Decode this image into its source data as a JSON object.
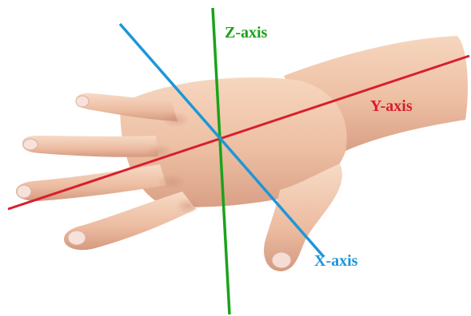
{
  "axes": {
    "z": {
      "label": "Z-axis",
      "color": "#1aa31a"
    },
    "y": {
      "label": "Y-axis",
      "color": "#d81e2c"
    },
    "x": {
      "label": "X-axis",
      "color": "#1e96d8"
    }
  },
  "hand": {
    "skin_light": "#f3cdb3",
    "skin_mid": "#e8b59a",
    "skin_dark": "#c98d74",
    "nail": "#f6e2da"
  }
}
